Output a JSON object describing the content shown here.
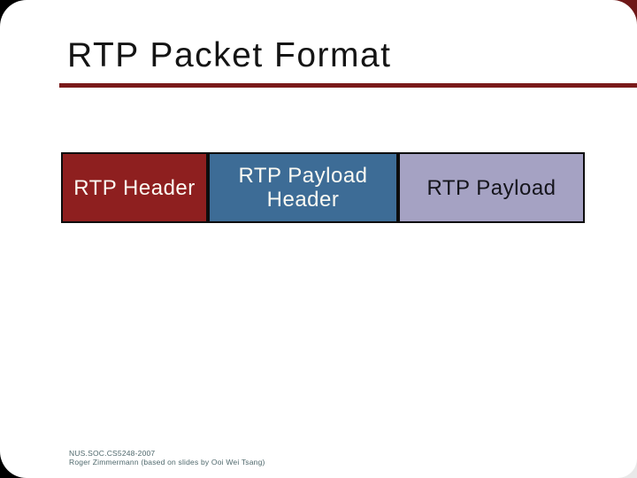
{
  "slide": {
    "title": "RTP Packet Format",
    "footer": {
      "line1": "NUS.SOC.CS5248-2007",
      "line2": "Roger Zimmermann (based on slides by Ooi Wei Tsang)"
    },
    "colors": {
      "accent_rule": "#7A1A1A",
      "corner_top_left": "#000000",
      "corner_top_right": "#6E1717",
      "corner_bottom_left": "#000000",
      "corner_bottom_right": "#E9E9E9",
      "card_background": "#FFFFFF",
      "title_text": "#141414",
      "footer_text": "#50696D"
    }
  },
  "diagram": {
    "boxes": [
      {
        "label": "RTP Header",
        "bg": "#8E1F1F",
        "text_color": "#FCFAF3"
      },
      {
        "label": "RTP Payload Header",
        "bg": "#3D6C96",
        "text_color": "#FCFAF3"
      },
      {
        "label": "RTP Payload",
        "bg": "#A5A2C3",
        "text_color": "#15151C"
      }
    ]
  }
}
